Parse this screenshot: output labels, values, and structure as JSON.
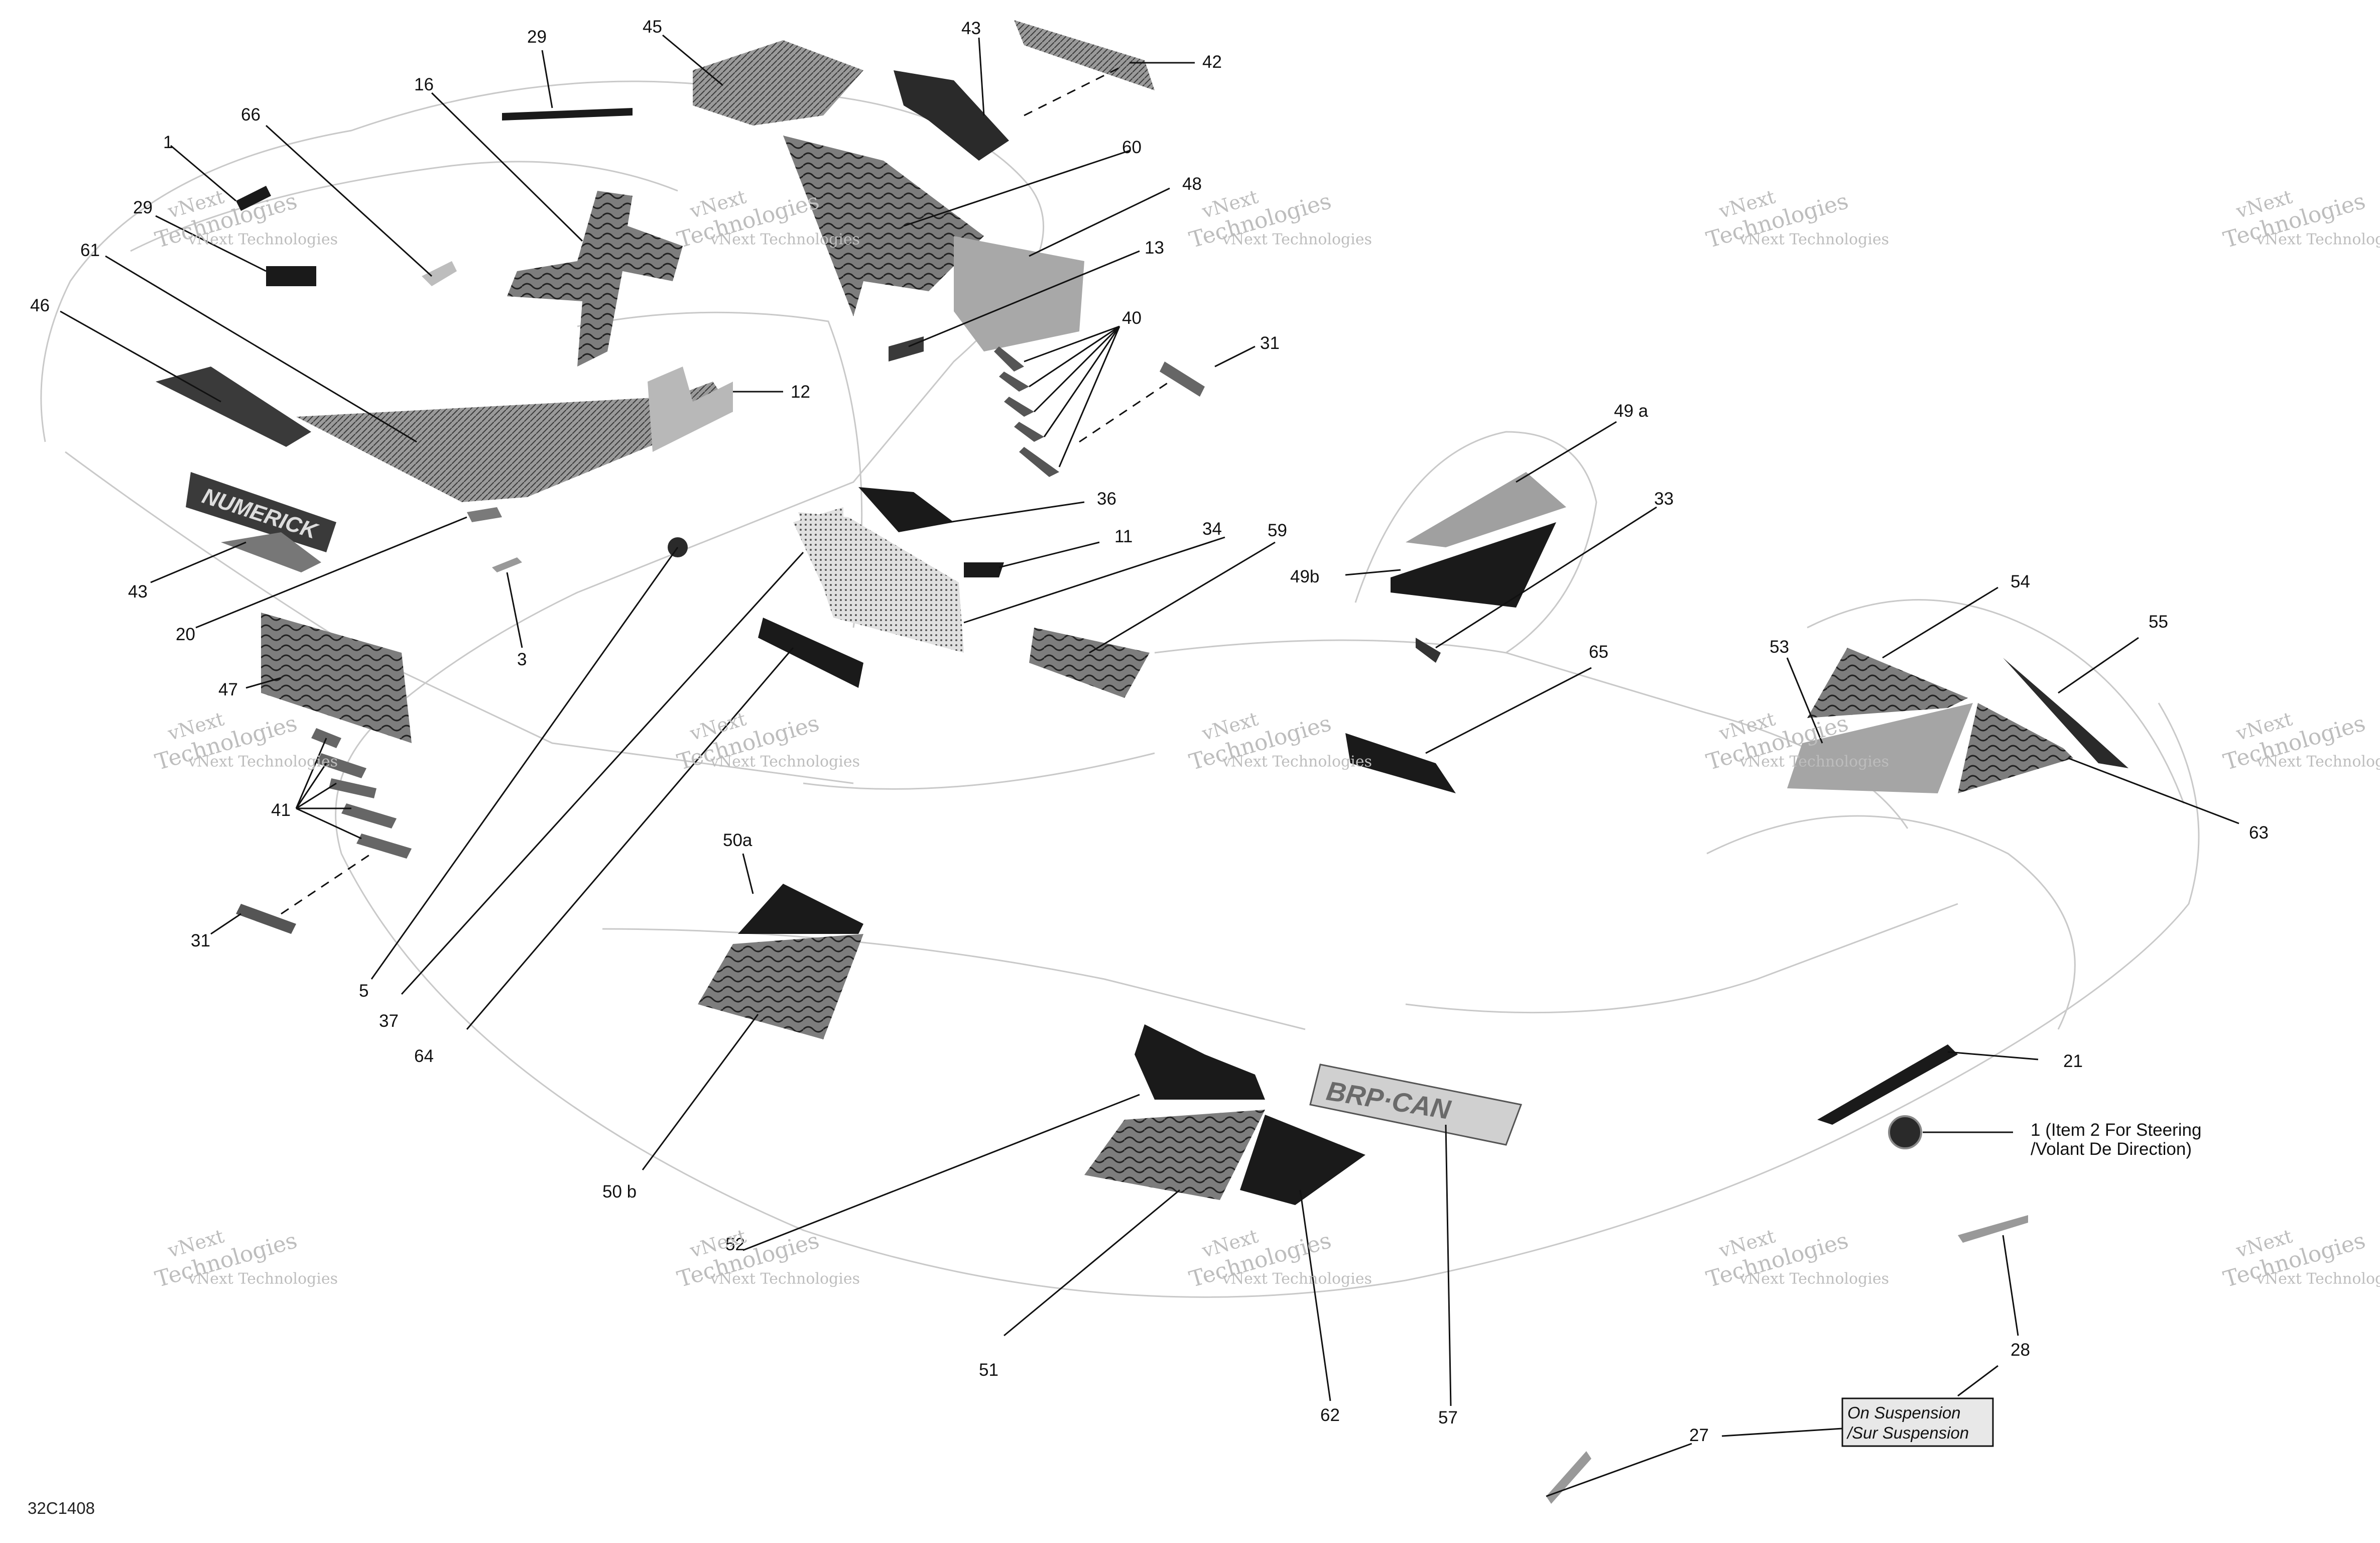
{
  "diagram": {
    "code": "32C1408",
    "note_suspension_line1": "On Suspension",
    "note_suspension_line2": "/Sur Suspension",
    "note_steering_line1": "1 (Item 2 For Steering",
    "note_steering_line2": "/Volant De Direction)",
    "logo_text": "NUMERICK",
    "brand_text": "BRP·CAN"
  },
  "watermark": {
    "line1": "vNext Technologies",
    "line2": "vNext",
    "line3": "Technologies"
  },
  "callouts": {
    "c29a": "29",
    "c45": "45",
    "c43a": "43",
    "c42": "42",
    "c1a": "1",
    "c66": "66",
    "c16": "16",
    "c29b": "29",
    "c61": "61",
    "c46": "46",
    "c60": "60",
    "c48": "48",
    "c13": "13",
    "c40": "40",
    "c31a": "31",
    "c12": "12",
    "c49a": "49 a",
    "c33": "33",
    "c36": "36",
    "c11": "11",
    "c34": "34",
    "c59": "59",
    "c49b": "49b",
    "c43b": "43",
    "c20": "20",
    "c3": "3",
    "c47": "47",
    "c65": "65",
    "c54": "54",
    "c53": "53",
    "c55": "55",
    "c63": "63",
    "c41": "41",
    "c31b": "31",
    "c50a": "50a",
    "c5": "5",
    "c37": "37",
    "c64": "64",
    "c21": "21",
    "c50b": "50 b",
    "c52": "52",
    "c51": "51",
    "c62": "62",
    "c57": "57",
    "c28": "28",
    "c27": "27"
  },
  "colors": {
    "decal_dark": "#1a1a1a",
    "decal_mid": "#8a8a8a",
    "decal_light": "#b5b5b5",
    "vehicle_outline": "#c9c9c9",
    "watermark": "#bdbdbd"
  }
}
